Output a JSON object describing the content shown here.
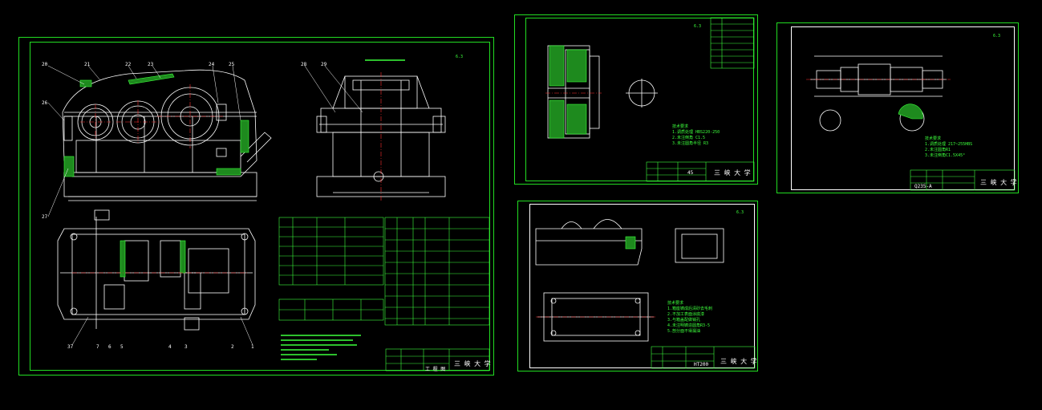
{
  "colors": {
    "background": "#000000",
    "frame": "#22dd22",
    "line": "#ffffff",
    "accent": "#3cff3c",
    "center": "#ff3030",
    "hatch": "#1e8a1e"
  },
  "sheets": [
    {
      "id": "assembly",
      "university": "三 峡 大 学",
      "part_labels_top": [
        "20",
        "21",
        "22",
        "23",
        "24",
        "25",
        "26",
        "27",
        "28",
        "29"
      ],
      "part_labels_bottom": [
        "37",
        "7",
        "6",
        "5",
        "4",
        "3",
        "2",
        "1"
      ],
      "title_block_text": "工 程 图"
    },
    {
      "id": "gear",
      "university": "三 峡 大 学",
      "material": "45",
      "notes": "技术要求\n1.调质处理 HBS220-250\n2.未注倒角 C1.5\n3.未注圆角半径 R3"
    },
    {
      "id": "shaft",
      "university": "三 峡 大 学",
      "material": "Q235-A",
      "notes": "技术要求\n1.调质处理 217~255HBS\n2.未注圆角R1\n3.未注倒角C1.5X45°"
    },
    {
      "id": "housing",
      "university": "三 峡 大 学",
      "material": "HT200",
      "notes": "技术要求\n1.箱座铸成后清砂去毛刺\n2.不加工表面涂底漆\n3.与箱盖配做销孔\n4.未注明铸造圆角R3-5\n5.剖分面不得漏油"
    }
  ],
  "roughness_mark": "6.3"
}
